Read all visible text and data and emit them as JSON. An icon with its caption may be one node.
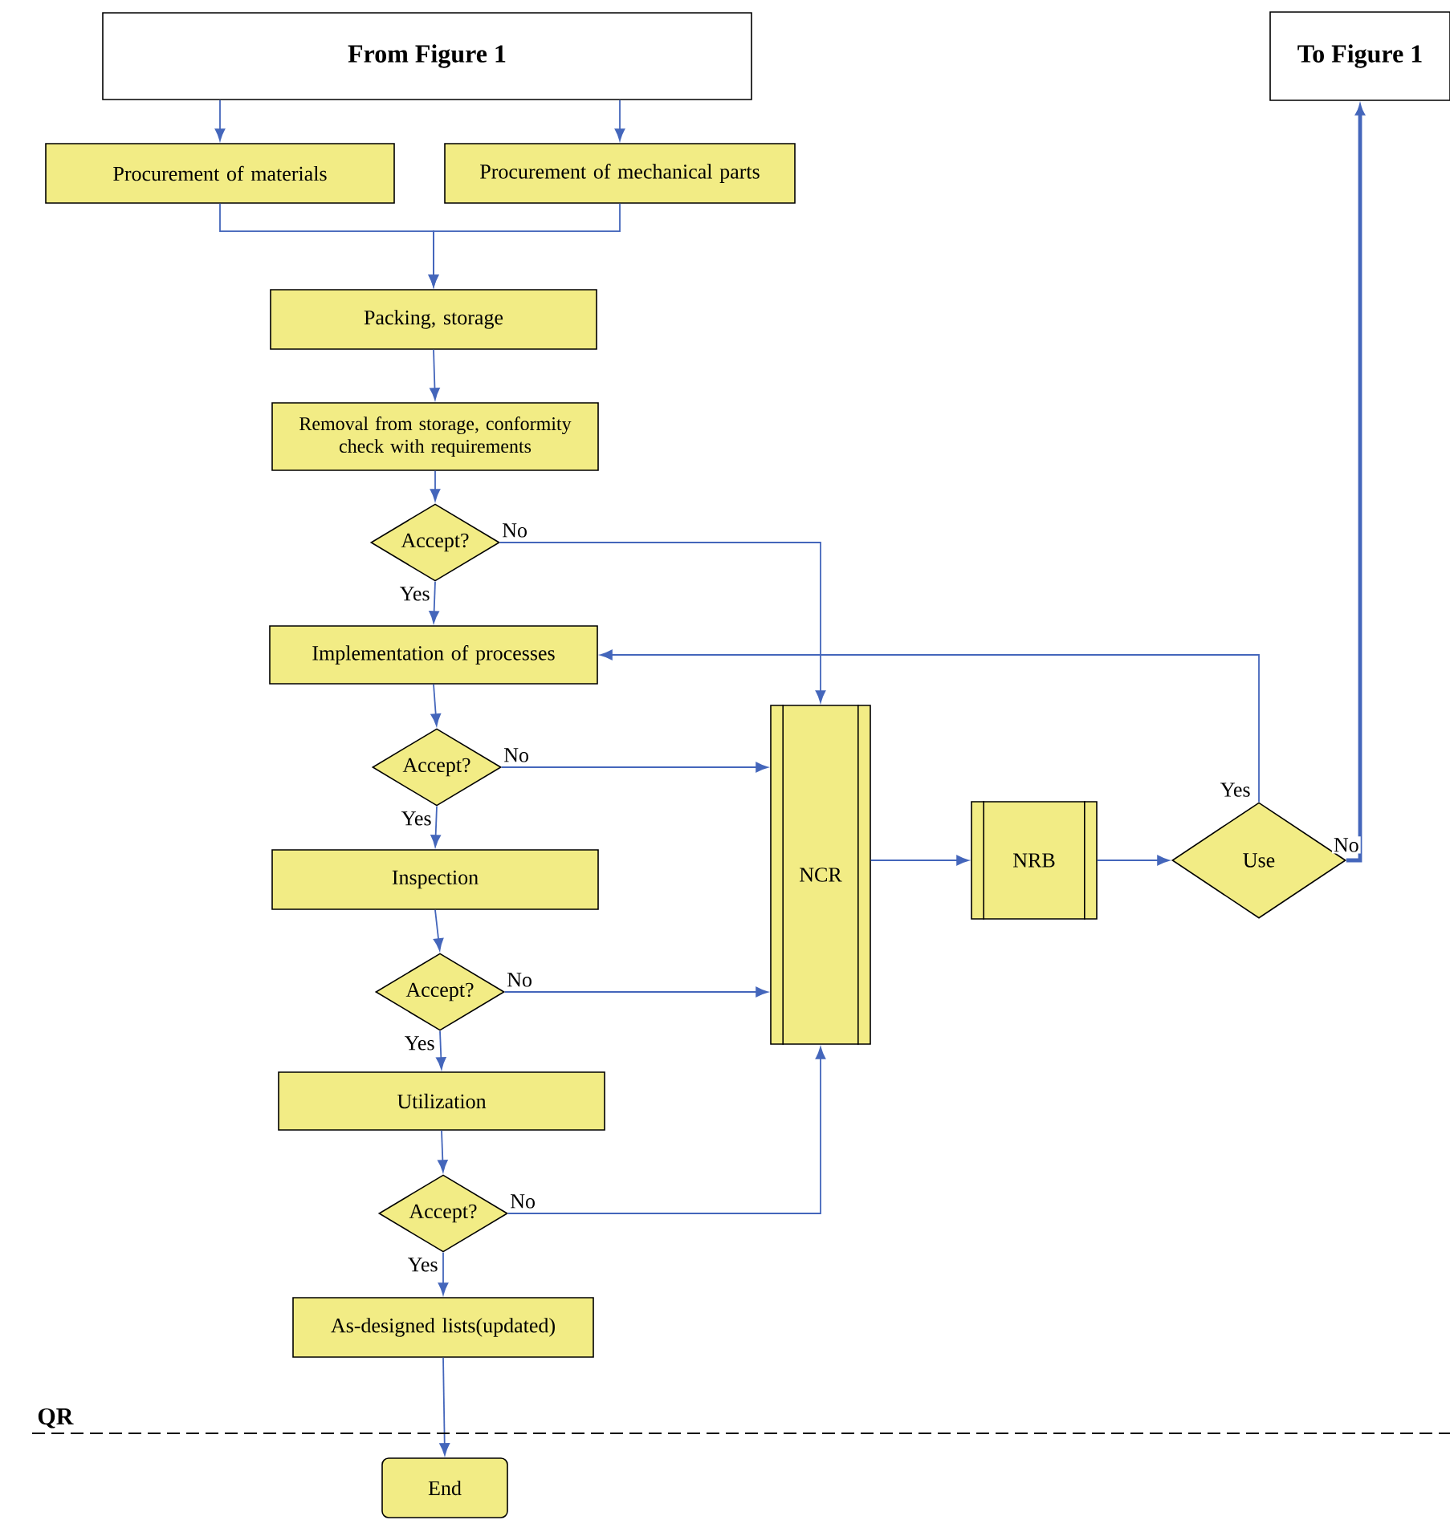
{
  "diagram": {
    "nodes": [
      {
        "text": [
          "From Figure 1"
        ]
      },
      {
        "text": [
          "Procurement of materials"
        ]
      },
      {
        "text": [
          "Procurement of mechanical parts"
        ]
      },
      {
        "text": [
          "Packing, storage"
        ]
      },
      {
        "text": [
          "Removal from storage, conformity check with requirements"
        ]
      },
      {
        "text": [
          "Accept?"
        ]
      },
      {
        "text": [
          "Implementation of processes"
        ]
      },
      {
        "text": [
          "Accept?"
        ]
      },
      {
        "text": [
          "Inspection"
        ]
      },
      {
        "text": [
          "Accept?"
        ]
      },
      {
        "text": [
          "Utilization"
        ]
      },
      {
        "text": [
          "Accept?"
        ]
      },
      {
        "text": [
          "As-designed lists(updated)"
        ]
      },
      {
        "text": [
          "End"
        ]
      },
      {
        "text": [
          "NCR"
        ]
      },
      {
        "text": [
          "NRB"
        ]
      },
      {
        "text": [
          "Use"
        ]
      },
      {
        "text": [
          "To Figure 1"
        ]
      }
    ],
    "edges": [
      {
        "from": 0,
        "to": 1,
        "arrow": "to"
      },
      {
        "from": 0,
        "to": 2,
        "arrow": "to"
      },
      {
        "from": 1,
        "to": 3,
        "arrow": "to"
      },
      {
        "from": 2,
        "to": 3,
        "arrow": "to"
      },
      {
        "from": 3,
        "to": 4,
        "arrow": "to"
      },
      {
        "from": 4,
        "to": 5,
        "arrow": "to"
      },
      {
        "from": 5,
        "to": 6,
        "arrow": "to",
        "label": "Yes"
      },
      {
        "from": 5,
        "to": 14,
        "arrow": "to",
        "label": "No"
      },
      {
        "from": 6,
        "to": 7,
        "arrow": "to"
      },
      {
        "from": 7,
        "to": 8,
        "arrow": "to",
        "label": "Yes"
      },
      {
        "from": 7,
        "to": 14,
        "arrow": "to",
        "label": "No"
      },
      {
        "from": 8,
        "to": 9,
        "arrow": "to"
      },
      {
        "from": 9,
        "to": 10,
        "arrow": "to",
        "label": "Yes"
      },
      {
        "from": 9,
        "to": 14,
        "arrow": "to",
        "label": "No"
      },
      {
        "from": 10,
        "to": 11,
        "arrow": "to"
      },
      {
        "from": 11,
        "to": 12,
        "arrow": "to",
        "label": "Yes"
      },
      {
        "from": 11,
        "to": 14,
        "arrow": "to",
        "label": "No"
      },
      {
        "from": 12,
        "to": 13,
        "arrow": "to"
      },
      {
        "from": 14,
        "to": 15,
        "arrow": "to"
      },
      {
        "from": 15,
        "to": 16,
        "arrow": "to"
      },
      {
        "from": 16,
        "to": 6,
        "arrow": "to",
        "label": "Yes"
      },
      {
        "from": 16,
        "to": 17,
        "arrow": "to",
        "label": "No",
        "style": "thick"
      }
    ],
    "labels": [
      "QR"
    ]
  }
}
